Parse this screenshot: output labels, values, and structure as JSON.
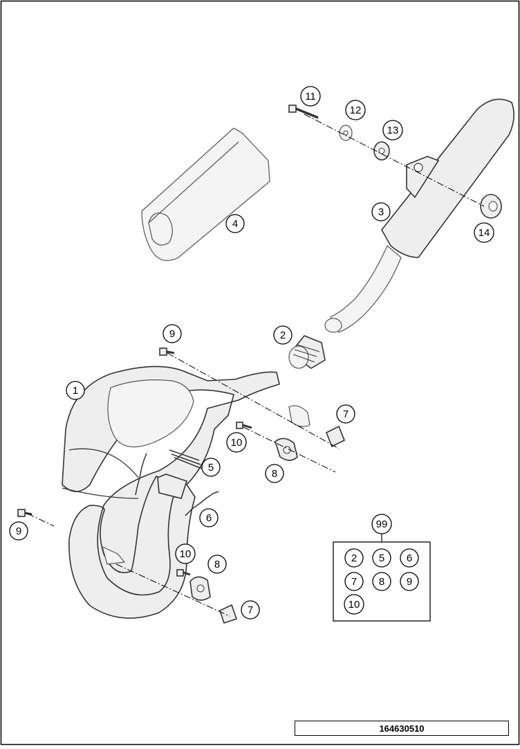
{
  "diagram_code": "164630510",
  "callouts": {
    "c1": "1",
    "c2": "2",
    "c3": "3",
    "c4": "4",
    "c5": "5",
    "c6": "6",
    "c7a": "7",
    "c7b": "7",
    "c8a": "8",
    "c8b": "8",
    "c9a": "9",
    "c9b": "9",
    "c10a": "10",
    "c10b": "10",
    "c11": "11",
    "c12": "12",
    "c13": "13",
    "c14": "14",
    "c99": "99"
  },
  "kit": {
    "k2": "2",
    "k5": "5",
    "k6": "6",
    "k7": "7",
    "k8": "8",
    "k9": "9",
    "k10": "10"
  }
}
